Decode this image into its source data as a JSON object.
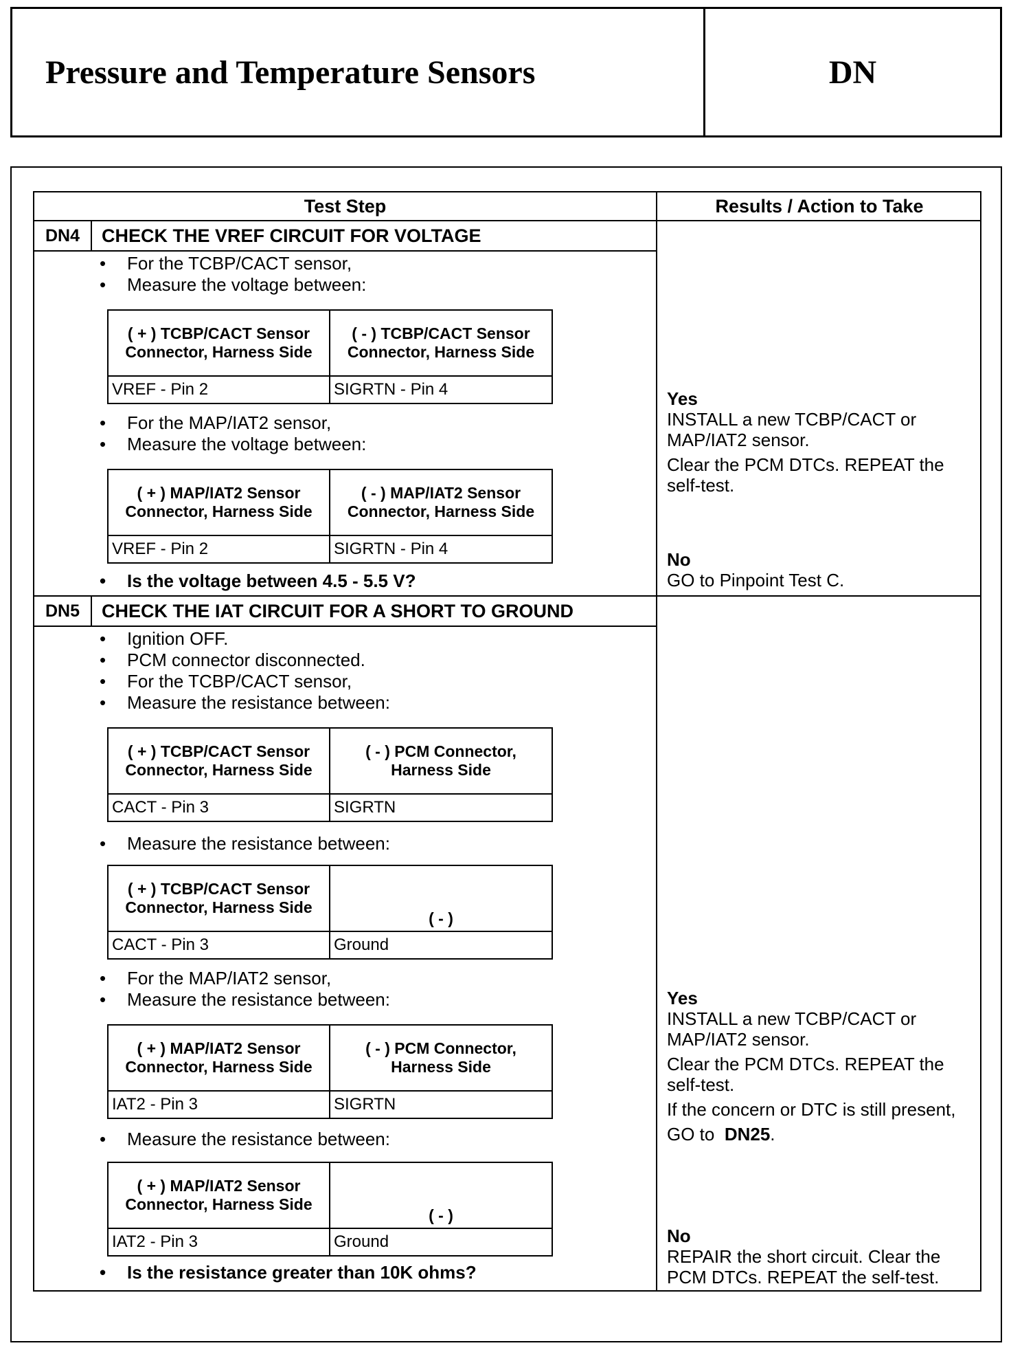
{
  "header": {
    "title": "Pressure and Temperature Sensors",
    "code": "DN"
  },
  "table": {
    "col_test_step": "Test Step",
    "col_results": "Results / Action to Take"
  },
  "dn4": {
    "id": "DN4",
    "title": "CHECK THE VREF CIRCUIT FOR VOLTAGE",
    "bullets_a": [
      "For the TCBP/CACT sensor,",
      "Measure the voltage between:"
    ],
    "table1": {
      "h1": "( + ) TCBP/CACT Sensor Connector, Harness Side",
      "h2": "( - ) TCBP/CACT Sensor Connector, Harness Side",
      "v1": "VREF - Pin 2",
      "v2": "SIGRTN - Pin 4"
    },
    "bullets_b": [
      "For the MAP/IAT2 sensor,",
      "Measure the voltage between:"
    ],
    "table2": {
      "h1": "( + ) MAP/IAT2 Sensor Connector, Harness Side",
      "h2": "( - ) MAP/IAT2 Sensor Connector, Harness Side",
      "v1": "VREF - Pin 2",
      "v2": "SIGRTN - Pin 4"
    },
    "question": "Is the voltage between 4.5 - 5.5 V?",
    "yes_label": "Yes",
    "yes_text1": "INSTALL a new TCBP/CACT or MAP/IAT2 sensor.",
    "yes_text2": "Clear the PCM DTCs. REPEAT the self-test.",
    "no_label": "No",
    "no_text": "GO to Pinpoint Test C."
  },
  "dn5": {
    "id": "DN5",
    "title": "CHECK THE IAT CIRCUIT FOR A SHORT TO GROUND",
    "bullets_a": [
      "Ignition OFF.",
      "PCM connector disconnected.",
      "For the TCBP/CACT sensor,",
      "Measure the resistance between:"
    ],
    "table1": {
      "h1": "( + ) TCBP/CACT Sensor Connector, Harness Side",
      "h2": "( - ) PCM Connector, Harness Side",
      "v1": "CACT - Pin 3",
      "v2": "SIGRTN"
    },
    "bullets_b": [
      "Measure the resistance between:"
    ],
    "table2": {
      "h1": "( + ) TCBP/CACT Sensor Connector, Harness Side",
      "h2": "( - )",
      "v1": "CACT - Pin 3",
      "v2": "Ground"
    },
    "bullets_c": [
      "For the MAP/IAT2 sensor,",
      "Measure the resistance between:"
    ],
    "table3": {
      "h1": "( + ) MAP/IAT2 Sensor Connector, Harness Side",
      "h2": "( - ) PCM Connector, Harness Side",
      "v1": "IAT2 - Pin 3",
      "v2": "SIGRTN"
    },
    "bullets_d": [
      "Measure the resistance between:"
    ],
    "table4": {
      "h1": "( + ) MAP/IAT2 Sensor Connector, Harness Side",
      "h2": "( - )",
      "v1": "IAT2 - Pin 3",
      "v2": "Ground"
    },
    "question": "Is the resistance greater than 10K ohms?",
    "yes_label": "Yes",
    "yes_text1": "INSTALL a new TCBP/CACT or MAP/IAT2 sensor.",
    "yes_text2": "Clear the PCM DTCs. REPEAT the self-test.",
    "yes_text3": "If the concern or DTC is still present,",
    "yes_goto_prefix": "GO to",
    "yes_goto_target": "DN25",
    "yes_goto_suffix": ".",
    "no_label": "No",
    "no_text": "REPAIR the short circuit. Clear the PCM DTCs. REPEAT the self-test."
  }
}
